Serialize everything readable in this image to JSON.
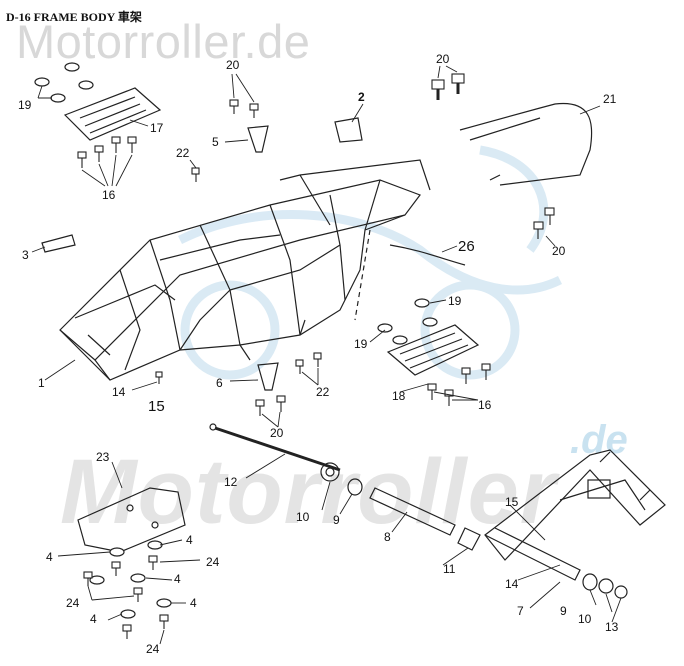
{
  "title": "D-16 FRAME BODY 車架",
  "watermark_top": "Motorroller.de",
  "watermark_mid": "Motorroller",
  "watermark_de": ".de",
  "labels": {
    "l_20a": "20",
    "l_20b": "20",
    "l_2": "2",
    "l_21": "21",
    "l_19a": "19",
    "l_17": "17",
    "l_5": "5",
    "l_22a": "22",
    "l_16a": "16",
    "l_3": "3",
    "l_26": "26",
    "l_20c": "20",
    "l_19b": "19",
    "l_19c": "19",
    "l_1": "1",
    "l_14a": "14",
    "l_15a": "15",
    "l_6": "6",
    "l_22b": "22",
    "l_18": "18",
    "l_16b": "16",
    "l_20d": "20",
    "l_23": "23",
    "l_12": "12",
    "l_10a": "10",
    "l_9a": "9",
    "l_8": "8",
    "l_15b": "15",
    "l_4a": "4",
    "l_4b": "4",
    "l_24a": "24",
    "l_4c": "4",
    "l_24b": "24",
    "l_4d": "4",
    "l_4e": "4",
    "l_24c": "24",
    "l_11": "11",
    "l_14b": "14",
    "l_7": "7",
    "l_9b": "9",
    "l_10b": "10",
    "l_13": "13"
  }
}
